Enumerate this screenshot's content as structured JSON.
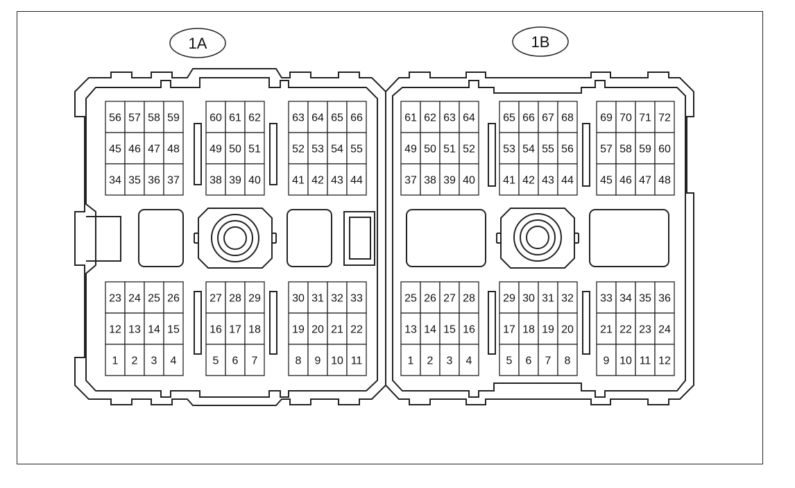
{
  "connectors": [
    {
      "label": "1A",
      "blocks": [
        {
          "rows": [
            [
              "56",
              "57",
              "58",
              "59"
            ],
            [
              "45",
              "46",
              "47",
              "48"
            ],
            [
              "34",
              "35",
              "36",
              "37"
            ]
          ]
        },
        {
          "rows": [
            [
              "60",
              "61",
              "62"
            ],
            [
              "49",
              "50",
              "51"
            ],
            [
              "38",
              "39",
              "40"
            ]
          ]
        },
        {
          "rows": [
            [
              "63",
              "64",
              "65",
              "66"
            ],
            [
              "52",
              "53",
              "54",
              "55"
            ],
            [
              "41",
              "42",
              "43",
              "44"
            ]
          ]
        },
        {
          "rows": [
            [
              "23",
              "24",
              "25",
              "26"
            ],
            [
              "12",
              "13",
              "14",
              "15"
            ],
            [
              "1",
              "2",
              "3",
              "4"
            ]
          ]
        },
        {
          "rows": [
            [
              "27",
              "28",
              "29"
            ],
            [
              "16",
              "17",
              "18"
            ],
            [
              "5",
              "6",
              "7"
            ]
          ]
        },
        {
          "rows": [
            [
              "30",
              "31",
              "32",
              "33"
            ],
            [
              "19",
              "20",
              "21",
              "22"
            ],
            [
              "8",
              "9",
              "10",
              "11"
            ]
          ]
        }
      ]
    },
    {
      "label": "1B",
      "blocks": [
        {
          "rows": [
            [
              "61",
              "62",
              "63",
              "64"
            ],
            [
              "49",
              "50",
              "51",
              "52"
            ],
            [
              "37",
              "38",
              "39",
              "40"
            ]
          ]
        },
        {
          "rows": [
            [
              "65",
              "66",
              "67",
              "68"
            ],
            [
              "53",
              "54",
              "55",
              "56"
            ],
            [
              "41",
              "42",
              "43",
              "44"
            ]
          ]
        },
        {
          "rows": [
            [
              "69",
              "70",
              "71",
              "72"
            ],
            [
              "57",
              "58",
              "59",
              "60"
            ],
            [
              "45",
              "46",
              "47",
              "48"
            ]
          ]
        },
        {
          "rows": [
            [
              "25",
              "26",
              "27",
              "28"
            ],
            [
              "13",
              "14",
              "15",
              "16"
            ],
            [
              "1",
              "2",
              "3",
              "4"
            ]
          ]
        },
        {
          "rows": [
            [
              "29",
              "30",
              "31",
              "32"
            ],
            [
              "17",
              "18",
              "19",
              "20"
            ],
            [
              "5",
              "6",
              "7",
              "8"
            ]
          ]
        },
        {
          "rows": [
            [
              "33",
              "34",
              "35",
              "36"
            ],
            [
              "21",
              "22",
              "23",
              "24"
            ],
            [
              "9",
              "10",
              "11",
              "12"
            ]
          ]
        }
      ]
    }
  ],
  "colors": {
    "stroke": "#222222",
    "background": "#ffffff"
  }
}
